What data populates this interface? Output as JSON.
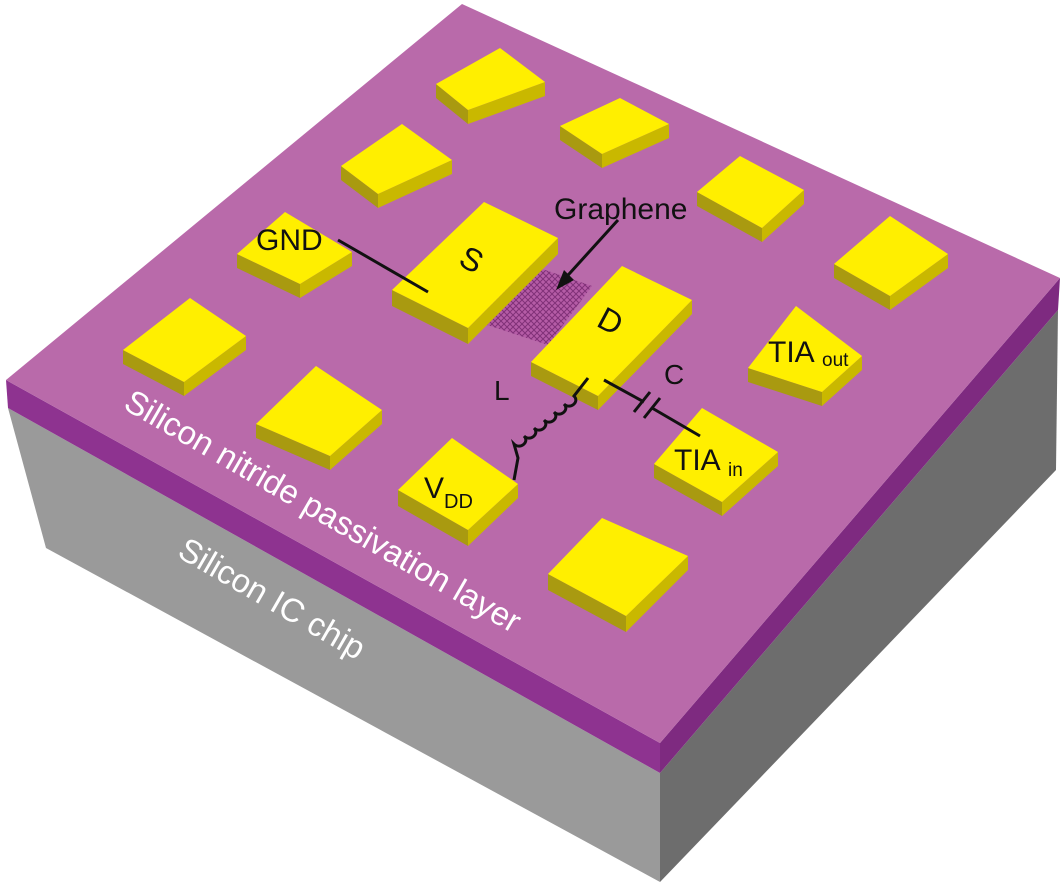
{
  "diagram": {
    "labels": {
      "graphene": "Graphene",
      "gnd": "GND",
      "source": "S",
      "drain": "D",
      "inductor": "L",
      "capacitor": "C",
      "vdd_main": "V",
      "vdd_sub": "DD",
      "tia_out_main": "TIA",
      "tia_out_sub": "out",
      "tia_in_main": "TIA",
      "tia_in_sub": "in",
      "passivation": "Silicon nitride passivation layer",
      "chip": "Silicon IC chip"
    },
    "colors": {
      "passivation_top": "#b96aaa",
      "passivation_edge": "#8b2f8a",
      "chip_left": "#9a9a9a",
      "chip_right": "#6e6e6e",
      "pad_top": "#ffef00",
      "pad_side": "#a99a10",
      "graphene": "#9a3a8c"
    }
  }
}
